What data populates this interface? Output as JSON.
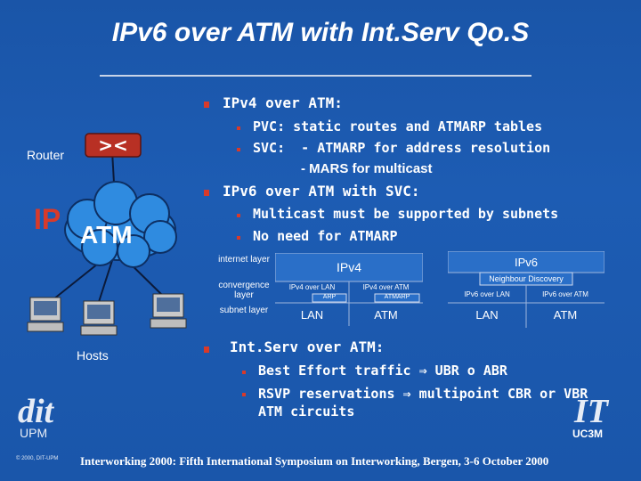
{
  "title": "IPv6 over ATM with Int.Serv Qo.S",
  "diagram": {
    "router_label": "Router",
    "router_icon": "router-icon",
    "ip_label": "IP",
    "atm_label": "ATM",
    "hosts_label": "Hosts",
    "colors": {
      "ip": "#d83a2a",
      "cloud": "#2f8be0",
      "bullet": "#d83a2a"
    }
  },
  "section1": {
    "heading": "IPv4 over ATM:",
    "items": [
      "PVC: static routes and ATMARP tables",
      "SVC:  - ATMARP for address resolution"
    ],
    "continuation": "- MARS for multicast"
  },
  "section2": {
    "heading": "IPv6 over ATM with SVC:",
    "items": [
      "Multicast must be supported by subnets",
      "No need for ATMARP"
    ]
  },
  "layers": {
    "labels": [
      "internet layer",
      "convergence layer",
      "subnet layer"
    ],
    "ipv4": {
      "title": "IPv4",
      "conv": [
        "IPv4 over LAN",
        "IPv4 over ATM"
      ],
      "arp": [
        "ARP",
        "ATMARP"
      ],
      "subnet": [
        "LAN",
        "ATM"
      ]
    },
    "ipv6": {
      "title": "IPv6",
      "nd": "Neighbour Discovery",
      "conv": [
        "IPv6 over LAN",
        "IPv6 over ATM"
      ],
      "subnet": [
        "LAN",
        "ATM"
      ]
    }
  },
  "section3": {
    "heading": "Int.Serv over ATM:",
    "items": [
      "Best Effort traffic ⇒ UBR o ABR",
      "RSVP reservations ⇒ multipoint CBR or VBR ATM circuits"
    ]
  },
  "logos": {
    "dit": "dit",
    "upm": "UPM",
    "it": "IT",
    "uc3m": "UC3M",
    "copyright": "© 2000, DIT-UPM"
  },
  "footer": "Interworking 2000:  Fifth International Symposium on Interworking, Bergen, 3-6 October 2000"
}
